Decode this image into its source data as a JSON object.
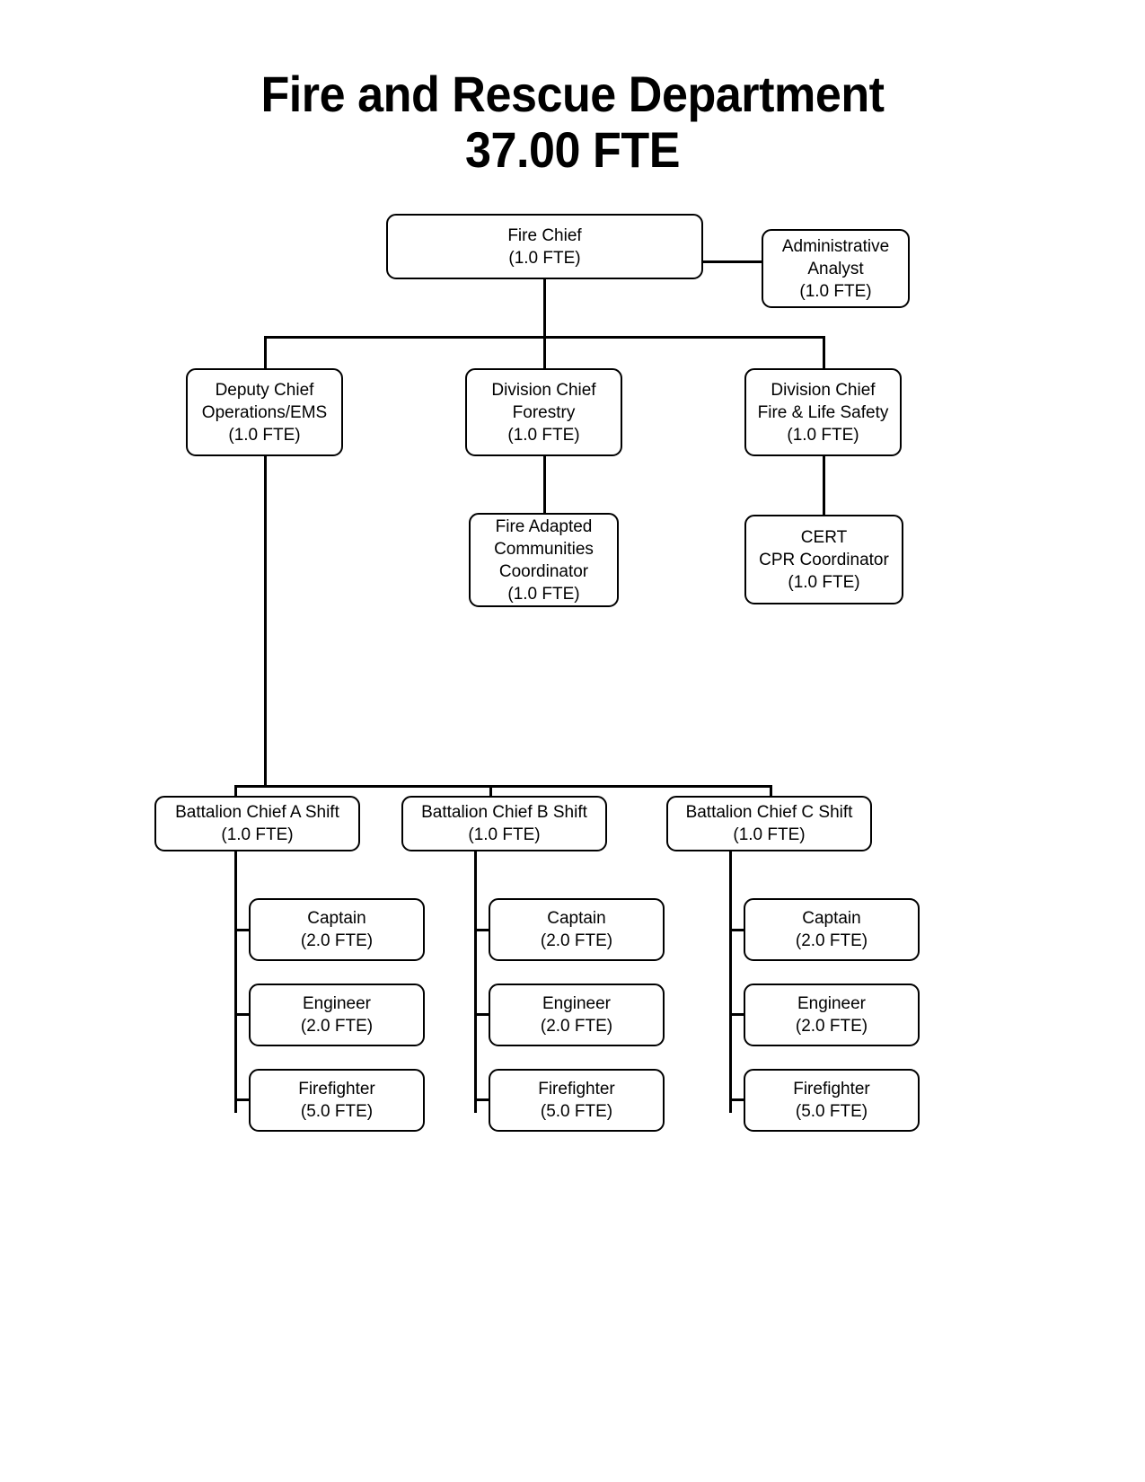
{
  "chart_data": {
    "type": "diagram",
    "diagram_kind": "organization-chart",
    "title": "Fire and Rescue Department\n37.00 FTE",
    "department": "Fire and Rescue Department",
    "total_fte": "37.00 FTE",
    "nodes": [
      {
        "id": "fire-chief",
        "label": "Fire Chief\n(1.0 FTE)",
        "title": "Fire Chief",
        "fte": "1.0 FTE",
        "level": 1
      },
      {
        "id": "admin-analyst",
        "label": "Administrative\nAnalyst\n(1.0 FTE)",
        "title": "Administrative Analyst",
        "fte": "1.0 FTE",
        "level": 1,
        "staff": true
      },
      {
        "id": "deputy-chief",
        "label": "Deputy Chief\nOperations/EMS\n(1.0 FTE)",
        "title": "Deputy Chief Operations/EMS",
        "fte": "1.0 FTE",
        "level": 2
      },
      {
        "id": "div-forestry",
        "label": "Division Chief\nForestry\n(1.0 FTE)",
        "title": "Division Chief Forestry",
        "fte": "1.0 FTE",
        "level": 2
      },
      {
        "id": "div-fls",
        "label": "Division Chief\nFire & Life Safety\n(1.0 FTE)",
        "title": "Division Chief Fire & Life Safety",
        "fte": "1.0 FTE",
        "level": 2
      },
      {
        "id": "fac-coordinator",
        "label": "Fire Adapted\nCommunities\nCoordinator\n(1.0 FTE)",
        "title": "Fire Adapted Communities Coordinator",
        "fte": "1.0 FTE",
        "level": 3
      },
      {
        "id": "cert-cpr",
        "label": "CERT\nCPR Coordinator\n(1.0 FTE)",
        "title": "CERT CPR Coordinator",
        "fte": "1.0 FTE",
        "level": 3
      },
      {
        "id": "bc-a",
        "label": "Battalion Chief A Shift\n(1.0 FTE)",
        "title": "Battalion Chief A Shift",
        "fte": "1.0 FTE",
        "level": 3
      },
      {
        "id": "bc-b",
        "label": "Battalion Chief B Shift\n(1.0 FTE)",
        "title": "Battalion Chief B Shift",
        "fte": "1.0 FTE",
        "level": 3
      },
      {
        "id": "bc-c",
        "label": "Battalion Chief C Shift\n(1.0 FTE)",
        "title": "Battalion Chief C Shift",
        "fte": "1.0 FTE",
        "level": 3
      },
      {
        "id": "captain-a",
        "label": "Captain\n(2.0 FTE)",
        "title": "Captain",
        "fte": "2.0 FTE",
        "level": 4
      },
      {
        "id": "engineer-a",
        "label": "Engineer\n(2.0 FTE)",
        "title": "Engineer",
        "fte": "2.0 FTE",
        "level": 4
      },
      {
        "id": "firefighter-a",
        "label": "Firefighter\n(5.0 FTE)",
        "title": "Firefighter",
        "fte": "5.0 FTE",
        "level": 4
      },
      {
        "id": "captain-b",
        "label": "Captain\n(2.0 FTE)",
        "title": "Captain",
        "fte": "2.0 FTE",
        "level": 4
      },
      {
        "id": "engineer-b",
        "label": "Engineer\n(2.0 FTE)",
        "title": "Engineer",
        "fte": "2.0 FTE",
        "level": 4
      },
      {
        "id": "firefighter-b",
        "label": "Firefighter\n(5.0 FTE)",
        "title": "Firefighter",
        "fte": "5.0 FTE",
        "level": 4
      },
      {
        "id": "captain-c",
        "label": "Captain\n(2.0 FTE)",
        "title": "Captain",
        "fte": "2.0 FTE",
        "level": 4
      },
      {
        "id": "engineer-c",
        "label": "Engineer\n(2.0 FTE)",
        "title": "Engineer",
        "fte": "2.0 FTE",
        "level": 4
      },
      {
        "id": "firefighter-c",
        "label": "Firefighter\n(5.0 FTE)",
        "title": "Firefighter",
        "fte": "5.0 FTE",
        "level": 4
      }
    ],
    "edges": [
      {
        "from": "fire-chief",
        "to": "admin-analyst",
        "style": "side"
      },
      {
        "from": "fire-chief",
        "to": "deputy-chief",
        "style": "orthogonal"
      },
      {
        "from": "fire-chief",
        "to": "div-forestry",
        "style": "orthogonal"
      },
      {
        "from": "fire-chief",
        "to": "div-fls",
        "style": "orthogonal"
      },
      {
        "from": "div-forestry",
        "to": "fac-coordinator",
        "style": "straight"
      },
      {
        "from": "div-fls",
        "to": "cert-cpr",
        "style": "straight"
      },
      {
        "from": "deputy-chief",
        "to": "bc-a",
        "style": "orthogonal"
      },
      {
        "from": "deputy-chief",
        "to": "bc-b",
        "style": "orthogonal"
      },
      {
        "from": "deputy-chief",
        "to": "bc-c",
        "style": "orthogonal"
      },
      {
        "from": "bc-a",
        "to": "captain-a",
        "style": "elbow-left"
      },
      {
        "from": "bc-a",
        "to": "engineer-a",
        "style": "elbow-left"
      },
      {
        "from": "bc-a",
        "to": "firefighter-a",
        "style": "elbow-left"
      },
      {
        "from": "bc-b",
        "to": "captain-b",
        "style": "elbow-left"
      },
      {
        "from": "bc-b",
        "to": "engineer-b",
        "style": "elbow-left"
      },
      {
        "from": "bc-b",
        "to": "firefighter-b",
        "style": "elbow-left"
      },
      {
        "from": "bc-c",
        "to": "captain-c",
        "style": "elbow-left"
      },
      {
        "from": "bc-c",
        "to": "engineer-c",
        "style": "elbow-left"
      },
      {
        "from": "bc-c",
        "to": "firefighter-c",
        "style": "elbow-left"
      }
    ],
    "colors": {
      "line": "#000000",
      "box_border": "#000000",
      "box_fill": "#ffffff",
      "text": "#000000",
      "page": "#ffffff"
    }
  }
}
